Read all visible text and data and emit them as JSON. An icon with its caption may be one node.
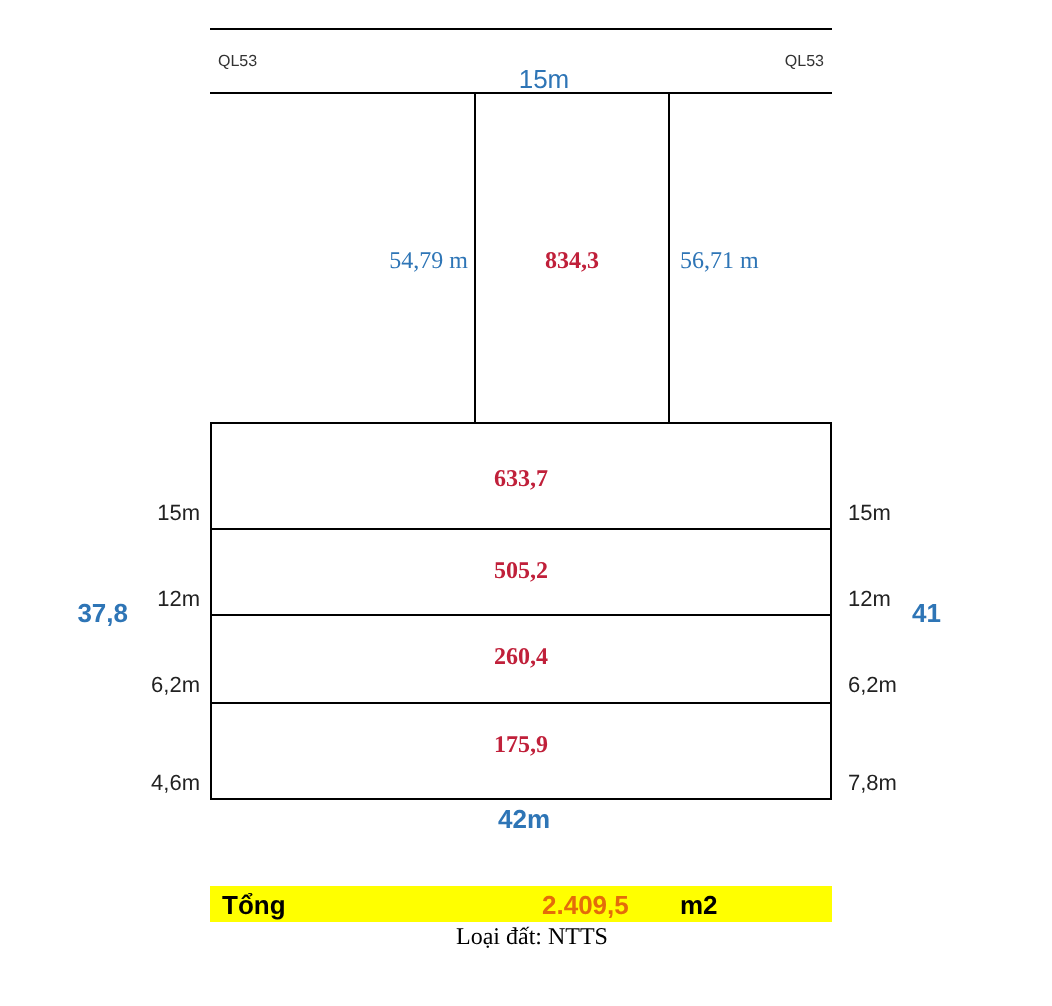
{
  "diagram": {
    "nodes": [
      {
        "text": [
          "QL53",
          "QL53"
        ]
      },
      {
        "text": [
          "834,3"
        ],
        "beside": [
          "54,79 m",
          "56,71 m"
        ]
      },
      {
        "text": [
          "633,7"
        ]
      },
      {
        "text": [
          "505,2"
        ]
      },
      {
        "text": [
          "260,4"
        ]
      },
      {
        "text": [
          "175,9"
        ]
      },
      {
        "text": [
          "Tổng",
          "2.409,5",
          "m2"
        ]
      }
    ],
    "labels": [
      "15m",
      "15m",
      "15m",
      "37,8",
      "12m",
      "12m",
      "41",
      "6,2m",
      "6,2m",
      "4,6m",
      "7,8m",
      "42m",
      "Loại đất: NTTS"
    ]
  }
}
